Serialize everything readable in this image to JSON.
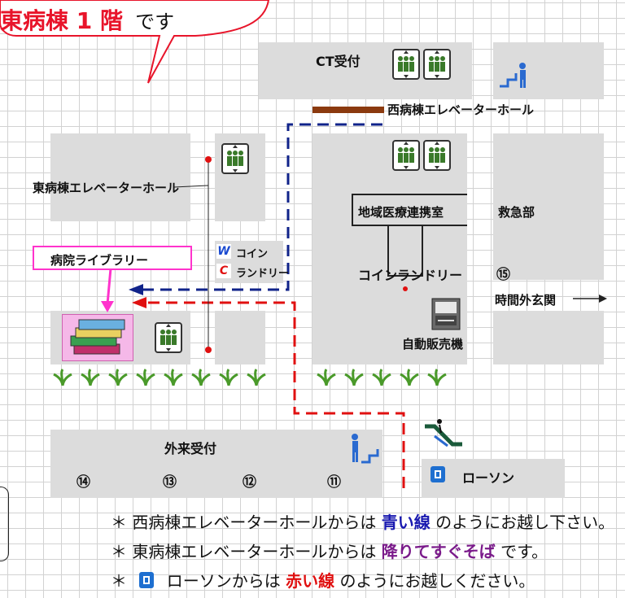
{
  "floor_banner": {
    "highlight": "東病棟 1 階",
    "suffix": "です"
  },
  "labels": {
    "ct_reception": "CT受付",
    "west_elevator_hall": "西病棟エレベーターホール",
    "east_elevator_hall": "東病棟エレベーターホール",
    "regional_medical": "地域医療連携室",
    "emergency": "救急部",
    "library": "病院ライブラリー",
    "coin_laundry_left_top": "コイン",
    "coin_laundry_left_bottom": "ランドリー",
    "coin_laundry_main": "コインランドリー",
    "vending_machine": "自動販売機",
    "after_hours_entrance": "時間外玄関",
    "outpatient_reception": "外来受付",
    "lawson": "ローソン",
    "w_badge": "W",
    "c_badge": "C"
  },
  "room_numbers": {
    "n15": "⑮",
    "n14": "⑭",
    "n13": "⑬",
    "n12": "⑫",
    "n11": "⑪"
  },
  "notes": [
    {
      "star": "＊",
      "before": "西病棟エレベーターホールからは",
      "highlight": "青い線",
      "after": "のようにお越し下さい。",
      "color": "#1a1ab0"
    },
    {
      "star": "＊",
      "before": "東病棟エレベーターホールからは",
      "highlight": "降りてすぐそば",
      "after": "です。",
      "color": "#7a1a8a"
    },
    {
      "star": "＊",
      "before": "ローソンからは",
      "highlight": "赤い線",
      "after": "のようにお越しください。",
      "color": "#e01010"
    }
  ],
  "colors": {
    "blue_route": "#10238a",
    "red_route": "#e01010",
    "banner_red": "#e8142a",
    "magenta": "#ff33cc",
    "building": "#dcdcdc",
    "elevator_green": "#3a7a2a",
    "brown_bar": "#8b3a0f"
  },
  "icons": [
    "elevator-icon",
    "stairs-person-icon",
    "escalator-icon",
    "books-icon",
    "vending-machine-icon",
    "lawson-logo-icon",
    "plant-icon",
    "arrow-right-icon"
  ]
}
